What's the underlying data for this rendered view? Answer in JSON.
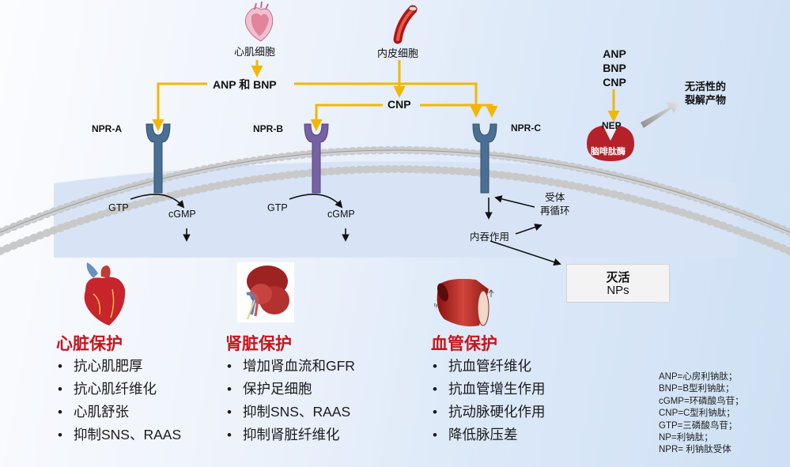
{
  "top": {
    "cardiomyocyte_label": "心肌细胞",
    "endothelial_label": "内皮细胞",
    "anp_bnp_label": "ANP 和 BNP",
    "cnp_label": "CNP",
    "substrate_lines": [
      "ANP",
      "BNP",
      "CNP"
    ],
    "inactive_products_lines": [
      "无活性的",
      "裂解产物"
    ]
  },
  "receptors": {
    "npr_a": "NPR-A",
    "npr_b": "NPR-B",
    "npr_c": "NPR-C",
    "nep": "NEP",
    "enzyme_name": "脑啡肽酶"
  },
  "signaling": {
    "gtp_1": "GTP",
    "cgmp_1": "cGMP",
    "gtp_2": "GTP",
    "cgmp_2": "cGMP",
    "endocytosis": "内吞作用",
    "recycle_lines": [
      "受体",
      "再循环"
    ],
    "inactivate_title": "灭活",
    "inactivate_sub": "NPs"
  },
  "organs": {
    "heart": {
      "title": "心脏保护",
      "items": [
        "抗心肌肥厚",
        "抗心肌纤维化",
        "心肌舒张",
        "抑制SNS、RAAS"
      ]
    },
    "kidney": {
      "title": "肾脏保护",
      "items": [
        "增加肾血流和GFR",
        "保护足细胞",
        "抑制SNS、RAAS",
        "抑制肾脏纤维化"
      ]
    },
    "vessel": {
      "title": "血管保护",
      "items": [
        "抗血管纤维化",
        "抗血管增生作用",
        "抗动脉硬化作用",
        "降低脉压差"
      ]
    }
  },
  "abbreviations": [
    "ANP=心房利钠肽；",
    "BNP=B型利钠肽；",
    "cGMP=环磷酸鸟苷；",
    "CNP=C型利钠肽；",
    "GTP=三磷酸鸟苷；",
    "NP=利钠肽；",
    "NPR= 利钠肽受体"
  ],
  "colors": {
    "arrow_yellow": "#f2b705",
    "receptor_blue": "#4b6f93",
    "receptor_purple": "#7661a3",
    "nep_red": "#b5212a",
    "title_red": "#c8141b"
  }
}
